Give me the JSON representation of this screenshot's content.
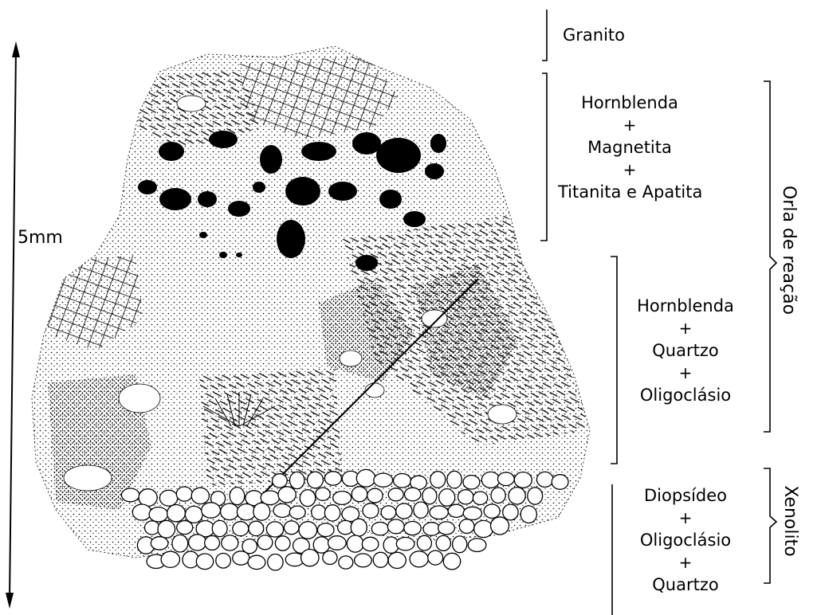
{
  "scale": {
    "label": "5mm"
  },
  "zones": {
    "granito": {
      "name": "Granito"
    },
    "zone1": {
      "lines": [
        "Hornblenda",
        "+",
        "Magnetita",
        "+",
        "Titanita e Apatita"
      ]
    },
    "zone2": {
      "lines": [
        "Hornblenda",
        "+",
        "Quartzo",
        "+",
        "Oligoclásio"
      ]
    },
    "xenolito": {
      "lines": [
        "Diopsídeo",
        "+",
        "Oligoclásio",
        "+",
        "Quartzo"
      ]
    }
  },
  "groups": {
    "orla": "Orla de reação",
    "xenolito": "Xenolito"
  },
  "colors": {
    "ink": "#000000",
    "paper": "#ffffff"
  }
}
